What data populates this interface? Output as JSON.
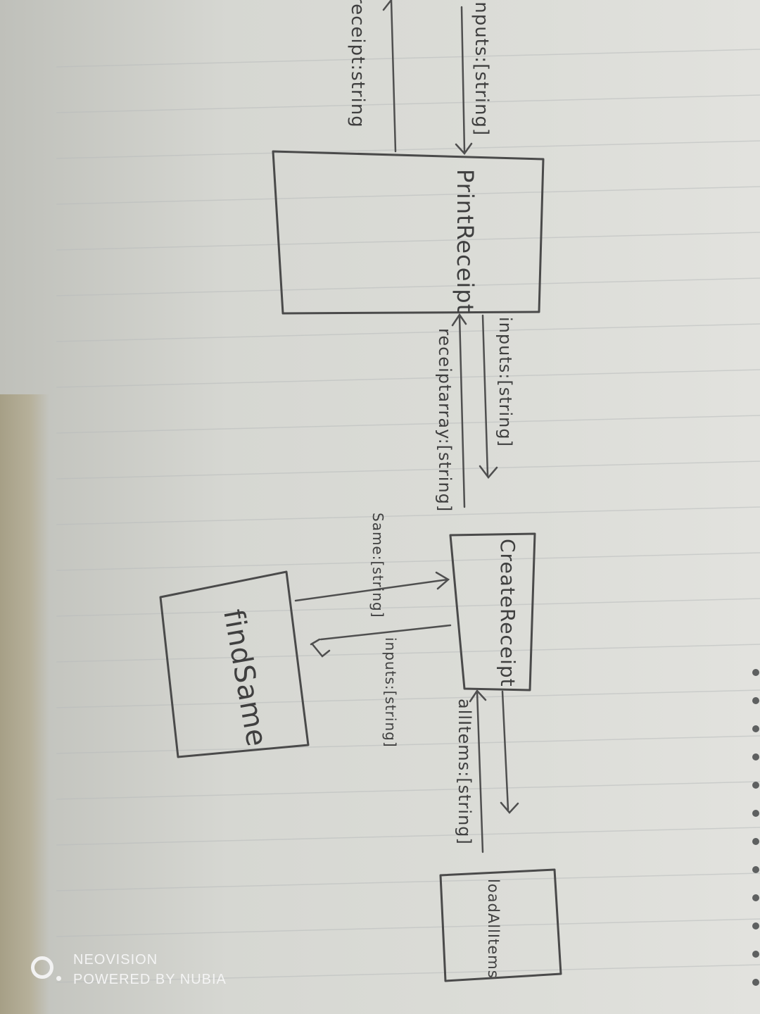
{
  "diagram": {
    "boxes": {
      "print_receipt": "PrintReceipt",
      "create_receipt": "CreateReceipt",
      "find_same": "findSame",
      "load_all_items": "loadAllItems"
    },
    "edges": {
      "outer_in": "inputs:[string]",
      "outer_out": "receipt:string",
      "print_to_create": "inputs:[string]",
      "create_to_print": "receiptarray:[string]",
      "create_to_find": "inputs:[string]",
      "find_to_create": "Same:[string]",
      "load_to_create": "allItems:[string]"
    }
  },
  "watermark": {
    "line1": "NEOVISION",
    "line2": "POWERED BY NUBIA"
  }
}
